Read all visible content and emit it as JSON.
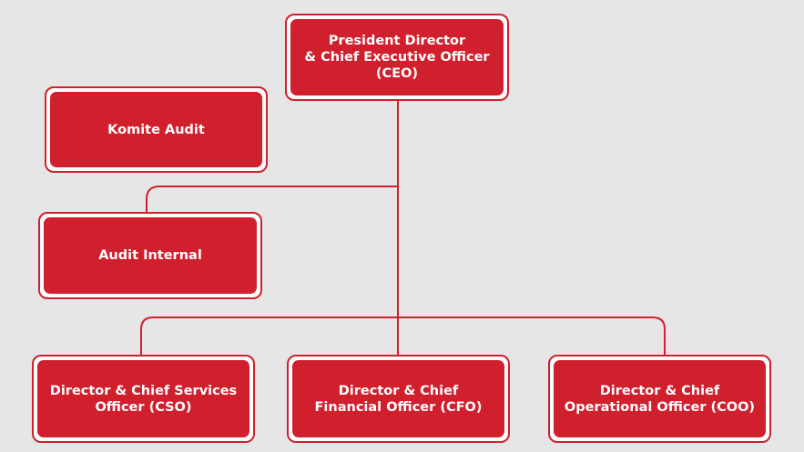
{
  "colors": {
    "background": "#e6e6e6",
    "box_fill": "#d0202e",
    "box_border": "#d0202e",
    "box_ring": "#ffffff",
    "text": "#ffffff",
    "connector": "#d0202e"
  },
  "nodes": {
    "ceo": {
      "lines": [
        "President Director",
        "& Chief Executive Officer",
        "(CEO)"
      ]
    },
    "komite_audit": {
      "lines": [
        "Komite Audit"
      ]
    },
    "audit_internal": {
      "lines": [
        "Audit Internal"
      ]
    },
    "cso": {
      "lines": [
        "Director & Chief Services",
        "Officer (CSO)"
      ]
    },
    "cfo": {
      "lines": [
        "Director & Chief",
        "Financial Officer (CFO)"
      ]
    },
    "coo": {
      "lines": [
        "Director & Chief",
        "Operational Officer (COO)"
      ]
    }
  }
}
